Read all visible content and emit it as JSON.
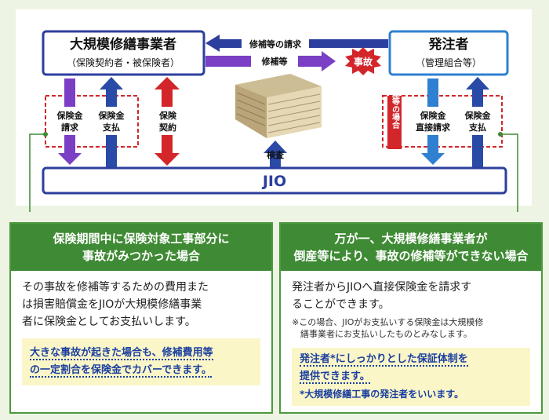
{
  "diagram": {
    "contractor_title": "大規模修繕事業者",
    "contractor_subtitle": "（保険契約者・被保険者）",
    "client_title": "発注者",
    "client_subtitle": "（管理組合等）",
    "repair_request_label": "修補等の請求",
    "repair_label": "修補等",
    "accident_label": "事故",
    "insurance_claim_label": [
      "保険金",
      "請求"
    ],
    "insurance_payment_label": [
      "保険金",
      "支払"
    ],
    "insurance_contract_label": [
      "保険",
      "契約"
    ],
    "bankruptcy_label": "倒産等の場合",
    "direct_claim_label": [
      "保険金",
      "直接請求"
    ],
    "direct_payment_label": [
      "保険金",
      "支払"
    ],
    "inspection_label": "検査",
    "jio_label": "JIO"
  },
  "left_card": {
    "heading_line1": "保険期間中に保険対象工事部分に",
    "heading_line2": "事故がみつかった場合",
    "body_line1": "その事故を修補等するための費用また",
    "body_line2": "は損害賠償金をJIOが大規模修繕事業",
    "body_line3": "者に保険金としてお支払いします。",
    "highlight_line1": "大きな事故が起きた場合も、修補費用等",
    "highlight_line2": "の一定割合を保険金でカバーできます。"
  },
  "right_card": {
    "heading_line1": "万が一、大規模修繕事業者が",
    "heading_line2": "倒産等により、事故の修補等ができない場合",
    "body_line1": "発注者からJIOへ直接保険金を請求す",
    "body_line2": "ることができます。",
    "note_line1": "※この場合、JIOがお支払いする保険金は大規模修",
    "note_line2": "　繕事業者にお支払いしたものとみなします。",
    "highlight_line1": "発注者*にしっかりとした保証体制を",
    "highlight_line2": "提供できます。",
    "highlight_note": "*大規模修繕工事の発注者をいいます。"
  },
  "colors": {
    "green_dark": "#3f8a34",
    "panel_bg": "#eef4e3",
    "box_blue": "#2c3f9e",
    "client_blue": "#2f80d1",
    "arrow_purple": "#7a3fc4",
    "arrow_red": "#d2262b",
    "arrow_blue": "#2a4aa8",
    "arrow_lightblue": "#2f80d1"
  }
}
